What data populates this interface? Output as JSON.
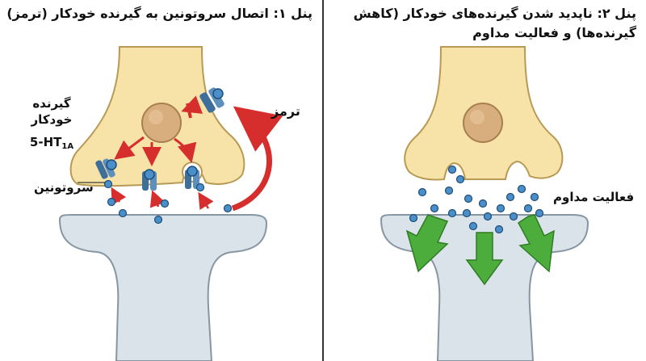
{
  "panel1": {
    "title": "پنل ۱: اتصال سروتونین به گیرنده خودکار (ترمز)",
    "labels": {
      "inhibition": "ترمز",
      "receptor": "گیرنده خودکار",
      "receptor_name": "5-HT",
      "receptor_subscript": "1A",
      "serotonin": "سروتونین"
    }
  },
  "panel2": {
    "title": "پنل ۲: ناپدید شدن گیرنده‌های خودکار (کاهش گیرنده‌ها) و فعالیت مداوم",
    "labels": {
      "continuous_activity": "فعالیت مداوم"
    }
  },
  "colors": {
    "neuron_fill": "#f7e3a8",
    "neuron_stroke": "#b89a55",
    "nucleus_fill": "#d8ae7e",
    "postsynaptic_fill": "#dbe3ea",
    "postsynaptic_stroke": "#8796a3",
    "receptor_blue": "#3e6f9a",
    "serotonin_blue": "#4a8fc9",
    "arrow_red": "#d62d2d",
    "arrow_green": "#4cad3c",
    "divider": "#333333"
  }
}
